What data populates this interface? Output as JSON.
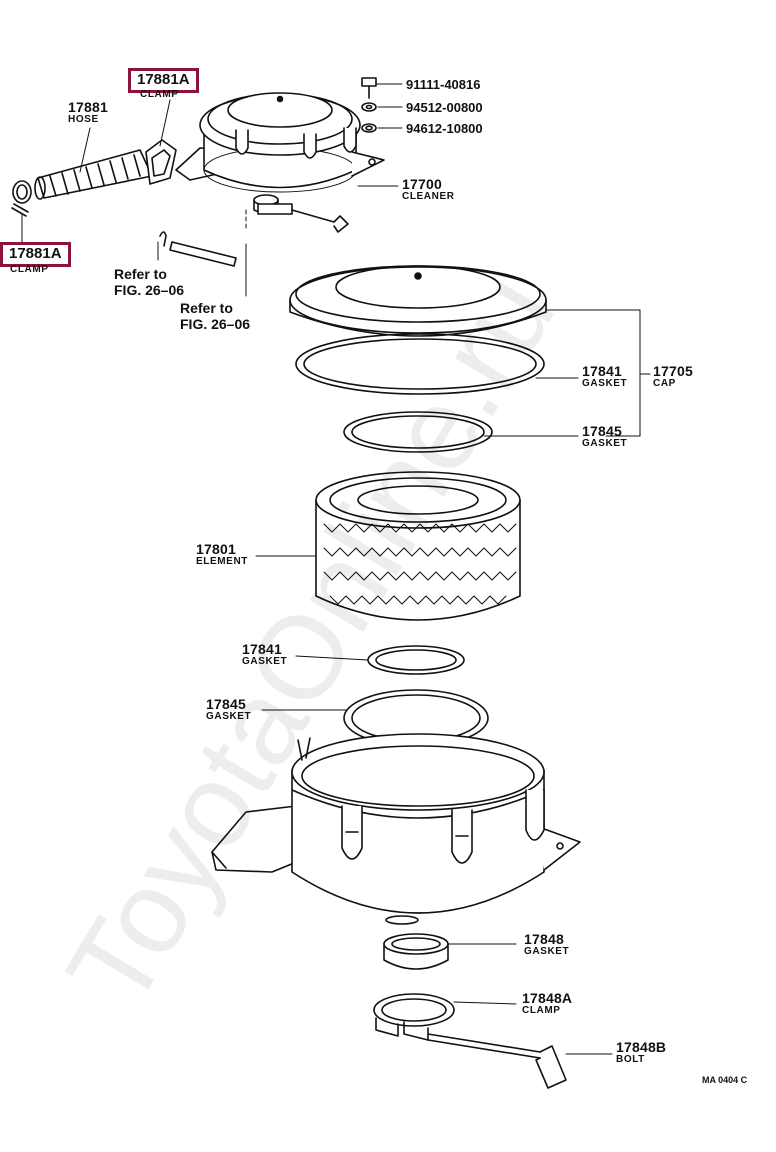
{
  "watermark": "ToyotaOnline.ru",
  "colors": {
    "line": "#111111",
    "highlight_border": "#8b1538",
    "background": "#ffffff"
  },
  "parts": {
    "clamp_top": {
      "number": "17881A",
      "name": "CLAMP"
    },
    "hose": {
      "number": "17881",
      "name": "HOSE"
    },
    "clamp_left": {
      "number": "17881A",
      "name": "CLAMP"
    },
    "bolt_91111": {
      "number": "91111-40816"
    },
    "washer_94512": {
      "number": "94512-00800"
    },
    "washer_94612": {
      "number": "94612-10800"
    },
    "cleaner": {
      "number": "17700",
      "name": "CLEANER"
    },
    "gasket_17841_cap": {
      "number": "17841",
      "name": "GASKET"
    },
    "cap": {
      "number": "17705",
      "name": "CAP"
    },
    "gasket_17845_cap": {
      "number": "17845",
      "name": "GASKET"
    },
    "element": {
      "number": "17801",
      "name": "ELEMENT"
    },
    "gasket_17841": {
      "number": "17841",
      "name": "GASKET"
    },
    "gasket_17845": {
      "number": "17845",
      "name": "GASKET"
    },
    "gasket_17848": {
      "number": "17848",
      "name": "GASKET"
    },
    "clamp_17848a": {
      "number": "17848A",
      "name": "CLAMP"
    },
    "bolt_17848b": {
      "number": "17848B",
      "name": "BOLT"
    }
  },
  "references": {
    "ref_1": {
      "line1": "Refer to",
      "line2": "FIG. 26–06"
    },
    "ref_2": {
      "line1": "Refer to",
      "line2": "FIG. 26–06"
    }
  },
  "drawing_code": "MA 0404 C"
}
